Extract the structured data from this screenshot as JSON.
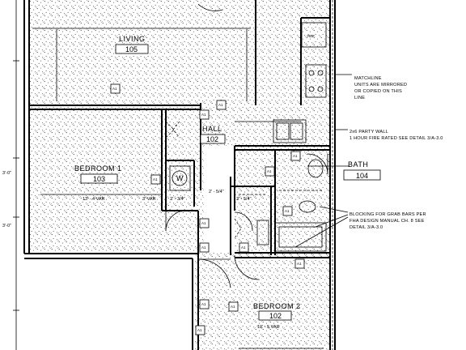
{
  "rooms": {
    "living": {
      "name": "LIVING",
      "number": "105"
    },
    "hall": {
      "name": "HALL",
      "number": "102"
    },
    "bedroom1": {
      "name": "BEDROOM 1",
      "number": "103",
      "size": "13' - 4 VAR"
    },
    "bath": {
      "name": "BATH",
      "number": "104"
    },
    "bedroom2": {
      "name": "BEDROOM 2",
      "number": "102",
      "size": "10' - 5 VAR"
    }
  },
  "notes": {
    "matchline": [
      "MATCHLINE",
      "UNITS ARE MIRRORED",
      "OR COPIED ON THIS",
      "LINE"
    ],
    "party_wall": [
      "2x6 PARTY WALL",
      "1 HOUR FIRE RATED SEE DETAIL 3/A-3.0"
    ],
    "blocking": [
      "BLOCKING FOR GRAB BARS PER",
      "FHA DESIGN MANUAL CH. 8 SEE",
      "DETAIL 3/A-3.0"
    ]
  },
  "fixtures": {
    "refrigerator": "REF.",
    "washer": "W"
  },
  "tags": {
    "wall_tag": "A1"
  },
  "dims": {
    "left_1": "3'-0\"",
    "left_2": "3'-0\"",
    "hall_1": "3' VAR",
    "hall_2": "2' - 3/4\"",
    "closet_1": "3' - 5/4\"",
    "closet_2": "2' - 5/4\""
  }
}
